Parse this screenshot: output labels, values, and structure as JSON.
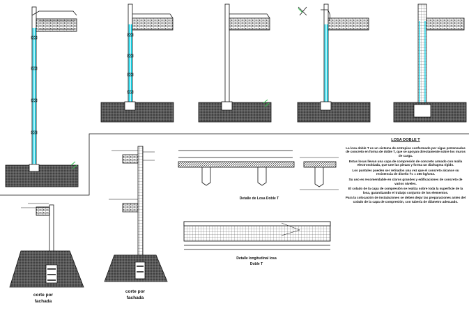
{
  "colors": {
    "ink": "#111111",
    "rebar": "#00d8f0",
    "soil": "#4a4a4a",
    "green_marker": "#2fbf4a",
    "background": "#ffffff"
  },
  "labels": {
    "section_a_caption": "corte por fachada",
    "section_b_caption": "corte por fachada",
    "beam_detail_caption": "Detalle de Losa Doble T",
    "longitudinal_caption": "Detalle longitudinal losa Doble T"
  },
  "notes": {
    "title": "LOSA DOBLE T",
    "paragraphs": [
      "La losa doble T es un sistema de entrepiso conformado por vigas pretensadas de concreto en forma de doble T, que se apoyan directamente sobre los muros de carga.",
      "Estas losas llevan una capa de compresión de concreto armado con malla electrosoldada, que une las piezas y forma un diafragma rígido.",
      "Los puntales pueden ser retirados una vez que el concreto alcance su resistencia de diseño f'c = 250 kg/cm2.",
      "Su uso es recomendable en claros grandes y edificaciones de concreto de varios niveles.",
      "El colado de la capa de compresión se realiza sobre toda la superficie de la losa, garantizando el trabajo conjunto de los elementos.",
      "Para la colocación de instalaciones se deben dejar las preparaciones antes del colado de la capa de compresión, con tubería de diámetro adecuado."
    ]
  }
}
